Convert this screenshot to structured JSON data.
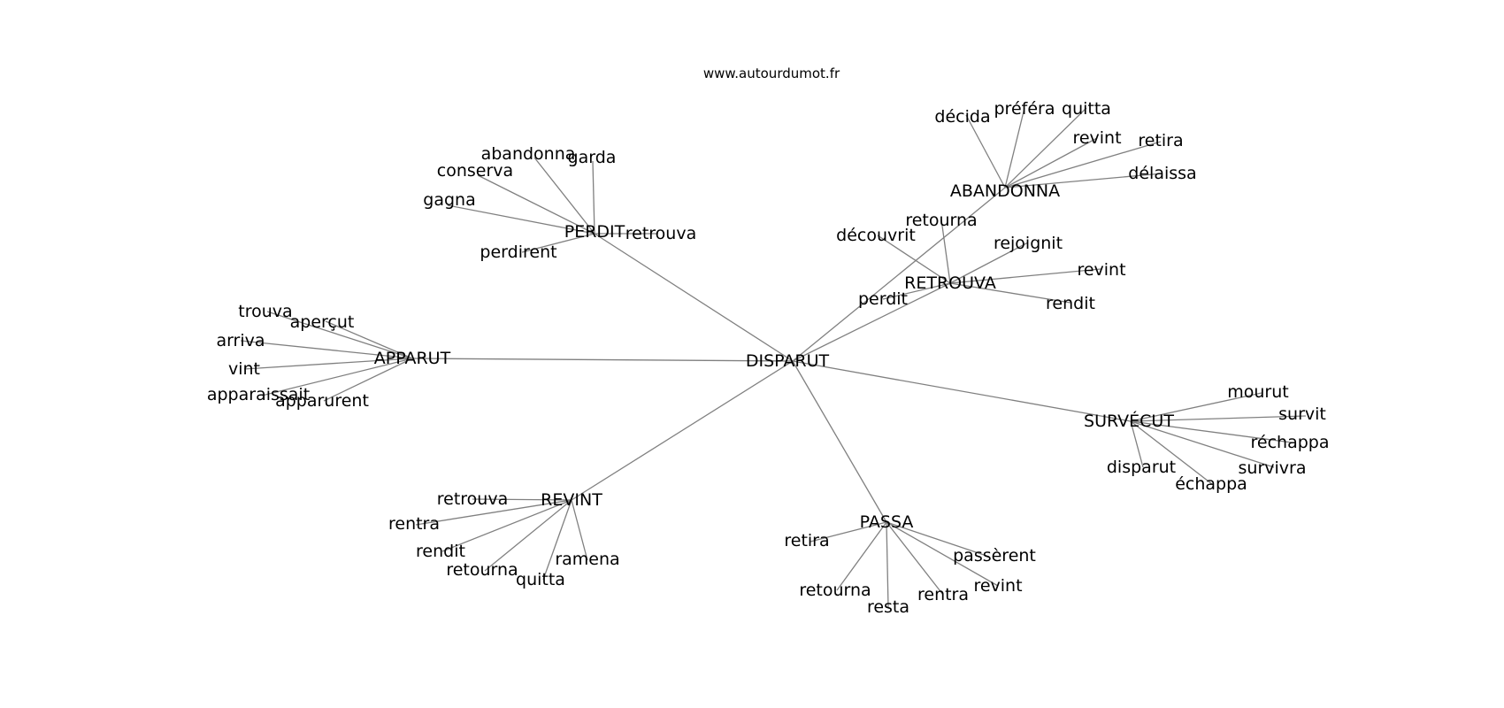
{
  "site": "www.autourdumot.fr",
  "graph": {
    "center": "DISPARUT",
    "clusters": [
      {
        "label": "PERDIT",
        "words": [
          "abandonna",
          "garda",
          "conserva",
          "gagna",
          "retrouva",
          "perdirent"
        ]
      },
      {
        "label": "APPARUT",
        "words": [
          "trouva",
          "aperçut",
          "arriva",
          "vint",
          "apparaissait",
          "apparurent"
        ]
      },
      {
        "label": "REVINT",
        "words": [
          "retrouva",
          "rentra",
          "rendit",
          "retourna",
          "quitta",
          "ramena"
        ]
      },
      {
        "label": "PASSA",
        "words": [
          "retira",
          "retourna",
          "resta",
          "rentra",
          "revint",
          "passèrent"
        ]
      },
      {
        "label": "SURVÉCUT",
        "words": [
          "mourut",
          "survit",
          "réchappa",
          "survivra",
          "échappa",
          "disparut"
        ]
      },
      {
        "label": "RETROUVA",
        "words": [
          "retourna",
          "découvrit",
          "rejoignit",
          "revint",
          "rendit",
          "perdit"
        ]
      },
      {
        "label": "ABANDONNA",
        "words": [
          "décida",
          "préféra",
          "quitta",
          "revint",
          "retira",
          "délaissa"
        ]
      }
    ]
  }
}
